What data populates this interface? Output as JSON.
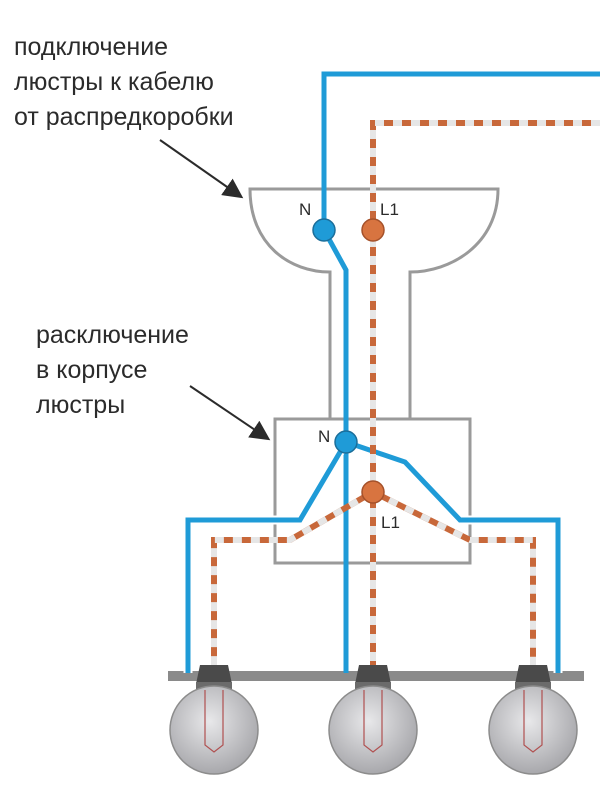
{
  "annotations": {
    "connection_lines": [
      "подключение",
      "люстры к кабелю",
      "от распредкоробки"
    ],
    "split_lines": [
      "расключение",
      "в корпусе",
      "люстры"
    ]
  },
  "terminals": {
    "ceiling_neutral": "N",
    "ceiling_phase": "L1",
    "body_neutral": "N",
    "body_phase": "L1"
  },
  "colors": {
    "neutral_wire": "#1f9bd7",
    "phase_wire": "#c8683a",
    "phase_wire_stripe": "#e6e6e6",
    "outline": "#9a9a9a"
  },
  "icons": [
    "arrow-icon",
    "lamp-icon"
  ]
}
